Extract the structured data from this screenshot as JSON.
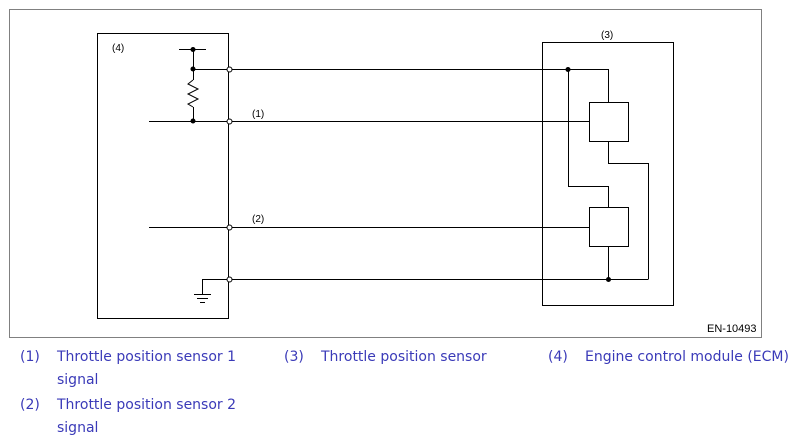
{
  "diagram": {
    "labels": {
      "ecm_ref": "(4)",
      "sensor_ref": "(3)",
      "signal1_ref": "(1)",
      "signal2_ref": "(2)"
    },
    "figure_code": "EN-10493"
  },
  "legend": [
    {
      "num": "(1)",
      "text": "Throttle position sensor 1",
      "text2": "signal"
    },
    {
      "num": "(2)",
      "text": "Throttle position sensor 2",
      "text2": "signal"
    },
    {
      "num": "(3)",
      "text": "Throttle position sensor"
    },
    {
      "num": "(4)",
      "text": "Engine control module (ECM)"
    }
  ],
  "colors": {
    "line": "#000000",
    "frame": "#808080",
    "legend_text": "#3a3ab8"
  }
}
